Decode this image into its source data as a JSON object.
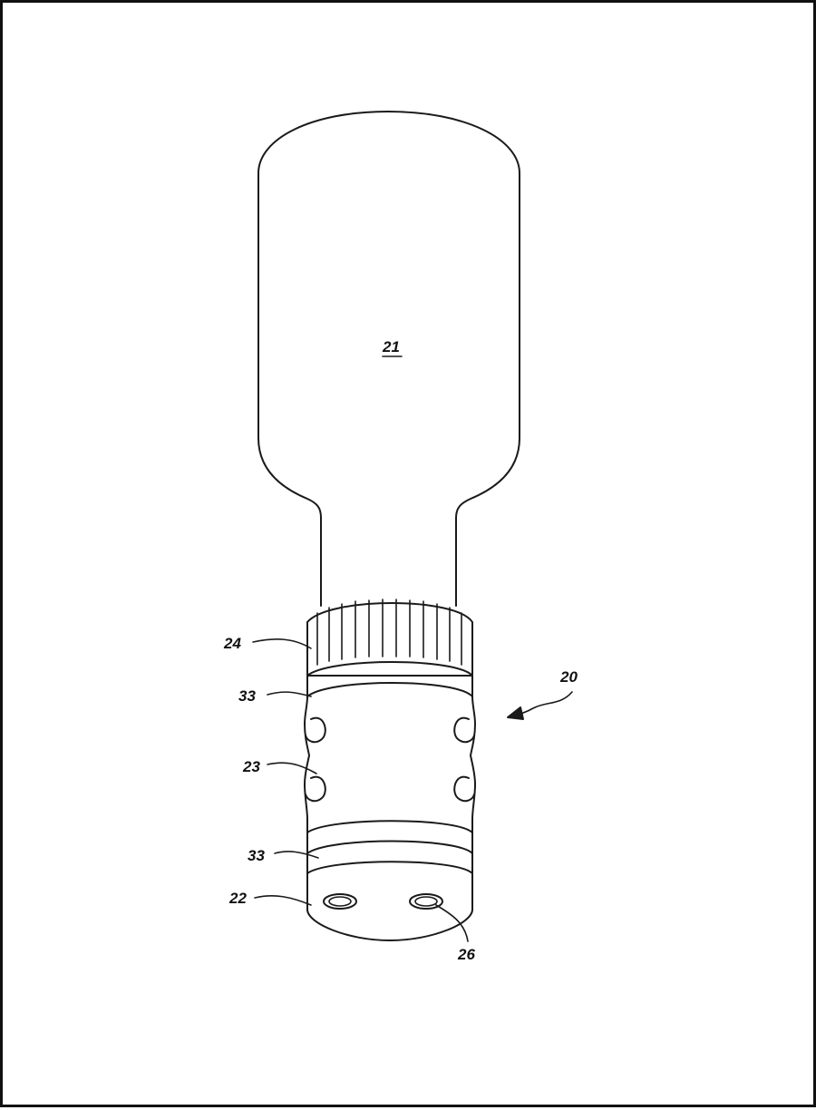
{
  "figure": {
    "labels": {
      "bottle": "21",
      "assembly": "20",
      "cap": "24",
      "ring_upper": "33",
      "grip": "23",
      "ring_lower": "33",
      "tip": "22",
      "port": "26"
    }
  }
}
